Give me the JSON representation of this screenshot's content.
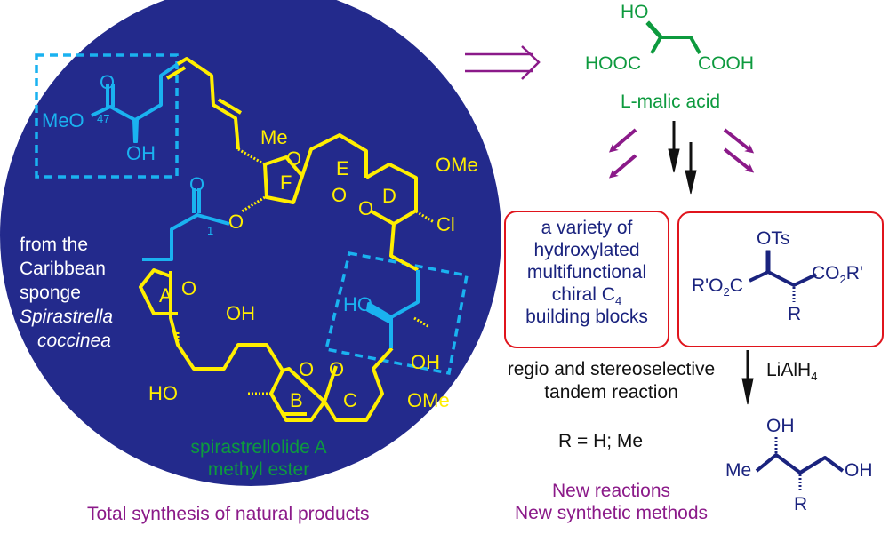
{
  "colors": {
    "circle_bg": "#232a8c",
    "skeleton_yellow": "#ffee00",
    "highlight_cyan": "#1ab2f0",
    "malic_green": "#0d9a3e",
    "arrow_purple": "#8b1a89",
    "box_red": "#e0141c",
    "product_navy": "#1a237e",
    "arrow_black": "#111111"
  },
  "natural_product": {
    "name_line1": "spirastrellolide A",
    "name_line2": "methyl ester",
    "source_lines": [
      "from the",
      "Caribbean",
      "sponge"
    ],
    "species_lines": [
      "Spirastrella",
      "coccinea"
    ],
    "ring_labels": [
      "A",
      "B",
      "C",
      "D",
      "E",
      "F"
    ],
    "atom_labels": {
      "meo": "MeO",
      "c47": "47",
      "c1": "1",
      "oh": "OH",
      "ho": "HO",
      "me": "Me",
      "ome": "OMe",
      "cl": "Cl",
      "o": "O"
    },
    "caption": "Total synthesis of natural products"
  },
  "starting_material": {
    "name": "L-malic acid",
    "labels": {
      "ho": "HO",
      "left_acid": "HOOC",
      "right_acid": "COOH"
    }
  },
  "building_blocks_box": {
    "lines": [
      "a variety of",
      "hydroxylated",
      "multifunctional",
      "chiral C",
      "building blocks"
    ],
    "subscript": "4"
  },
  "tosylate_box": {
    "labels": {
      "ots": "OTs",
      "left": "R'O",
      "left_sub": "2",
      "left_c": "C",
      "right_co": "CO",
      "right_sub": "2",
      "right_r": "R'",
      "r": "R"
    }
  },
  "reaction": {
    "description_line1": "regio and stereoselective",
    "description_line2": "tandem reaction",
    "r_definition": "R = H; Me",
    "reagent": "LiAlH",
    "reagent_sub": "4",
    "caption_line1": "New reactions",
    "caption_line2": "New synthetic methods"
  },
  "product": {
    "labels": {
      "oh_top": "OH",
      "me": "Me",
      "oh_right": "OH",
      "r": "R"
    }
  }
}
